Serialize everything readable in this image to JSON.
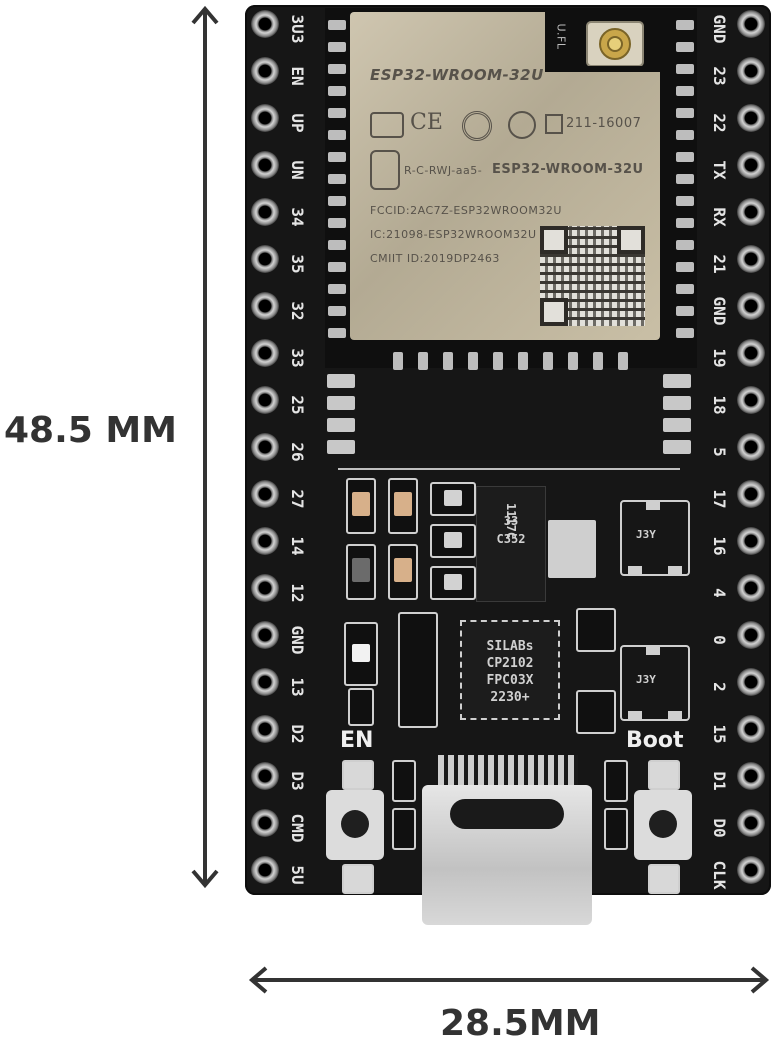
{
  "dimensions": {
    "height_label": "48.5 MM",
    "width_label": "28.5MM"
  },
  "pins": {
    "left": [
      "3U3",
      "EN",
      "UP",
      "UN",
      "34",
      "35",
      "32",
      "33",
      "25",
      "26",
      "27",
      "14",
      "12",
      "GND",
      "13",
      "D2",
      "D3",
      "CMD",
      "5U"
    ],
    "right": [
      "GND",
      "23",
      "22",
      "TX",
      "RX",
      "21",
      "GND",
      "19",
      "18",
      "5",
      "17",
      "16",
      "4",
      "0",
      "2",
      "15",
      "D1",
      "D0",
      "CLK"
    ]
  },
  "module": {
    "model_title": "ESP32-WROOM-32U",
    "cert_number": "211-16007",
    "model_line": "ESP32-WROOM-32U",
    "prefix_line": "R-C-RWJ-aa5-",
    "fcc_line": "FCCID:2AC7Z-ESP32WROOM32U",
    "ic_line": "IC:21098-ESP32WROOM32U",
    "cmiit_line": "CMIIT ID:2019DP2463",
    "antenna_label": "U.FL"
  },
  "regulator": {
    "lines": [
      "1117C",
      "33",
      "C352"
    ]
  },
  "usb_chip": {
    "lines": [
      "SILABs",
      "CP2102",
      "FPC03X",
      "2230+"
    ]
  },
  "transistors": {
    "upper": "J3Y",
    "lower": "J3Y"
  },
  "buttons": {
    "en_label": "EN",
    "boot_label": "Boot"
  },
  "colors": {
    "pcb": "#161616",
    "shield": "#c2b9a1",
    "dimension_ink": "#333333"
  }
}
